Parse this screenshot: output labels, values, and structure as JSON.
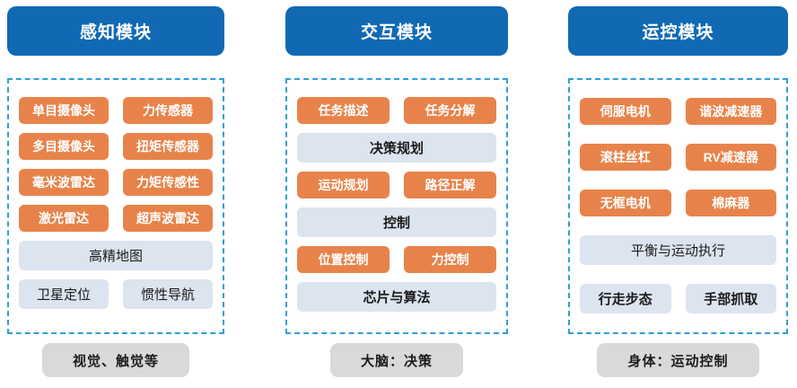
{
  "colors": {
    "module_header_bg": "#1169B4",
    "chip_orange": "#E7834A",
    "chip_blue": "#DCE4F0",
    "footer_gray": "#D9D9D9",
    "dashed_border": "#2F9FD8",
    "text_dark": "#1b1b1b"
  },
  "modules": [
    {
      "title": "感知模块",
      "footer": "视觉、触觉等",
      "rows": [
        {
          "cells": [
            "单目摄像头",
            "力传感器"
          ]
        },
        {
          "cells": [
            "多目摄像头",
            "扭矩传感器"
          ]
        },
        {
          "cells": [
            "毫米波雷达",
            "力矩传感性"
          ]
        },
        {
          "cells": [
            "激光雷达",
            "超声波雷达"
          ]
        },
        {
          "cells": [
            "高精地图"
          ]
        },
        {
          "cells": [
            "卫星定位",
            "惯性导航"
          ]
        }
      ]
    },
    {
      "title": "交互模块",
      "footer": "大脑：决策",
      "rows": [
        {
          "cells": [
            "任务描述",
            "任务分解"
          ]
        },
        {
          "cells": [
            "决策规划"
          ]
        },
        {
          "cells": [
            "运动规划",
            "路径正解"
          ]
        },
        {
          "cells": [
            "控制"
          ]
        },
        {
          "cells": [
            "位置控制",
            "力控制"
          ]
        },
        {
          "cells": [
            "芯片与算法"
          ]
        }
      ]
    },
    {
      "title": "运控模块",
      "footer": "身体：运动控制",
      "rows": [
        {
          "cells": [
            "伺服电机",
            "谐波减速器"
          ]
        },
        {
          "cells": [
            "滚柱丝杠",
            "RV减速器"
          ]
        },
        {
          "cells": [
            "无框电机",
            "棉麻器"
          ]
        },
        {
          "cells": [
            "平衡与运动执行"
          ]
        },
        {
          "cells": [
            "行走步态",
            "手部抓取"
          ]
        }
      ]
    }
  ]
}
